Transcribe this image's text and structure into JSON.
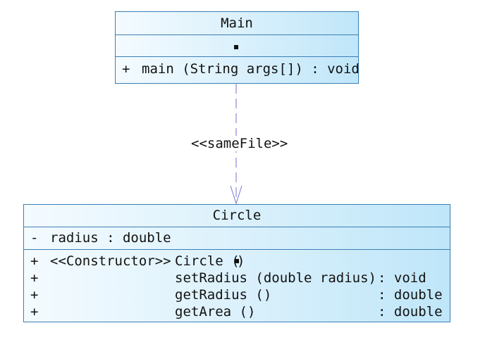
{
  "main_class": {
    "name": "Main",
    "attribute_placeholder": "■",
    "operation": {
      "visibility": "+",
      "text": "main (String args[]) : void"
    }
  },
  "dependency": {
    "stereotype": "<<sameFile>>",
    "line_color": "#8a8ad8",
    "style": "dashed-open-arrow"
  },
  "circle_class": {
    "name": "Circle",
    "attribute": {
      "visibility": "-",
      "text": "radius : double"
    },
    "operations": [
      {
        "visibility": "+",
        "stereotype": "<<Constructor>>",
        "name": "Circle (",
        "placeholder": "■",
        "close": ")",
        "type": ""
      },
      {
        "visibility": "+",
        "stereotype": "",
        "name": "setRadius (double radius)",
        "type": ": void"
      },
      {
        "visibility": "+",
        "stereotype": "",
        "name": "getRadius ()",
        "type": ": double"
      },
      {
        "visibility": "+",
        "stereotype": "",
        "name": "getArea ()",
        "type": ": double"
      }
    ]
  },
  "colors": {
    "class_border": "#3a7fb5",
    "class_fill_light": "#f4fbff",
    "class_fill_dark": "#bfe6f9",
    "text": "#111111"
  }
}
